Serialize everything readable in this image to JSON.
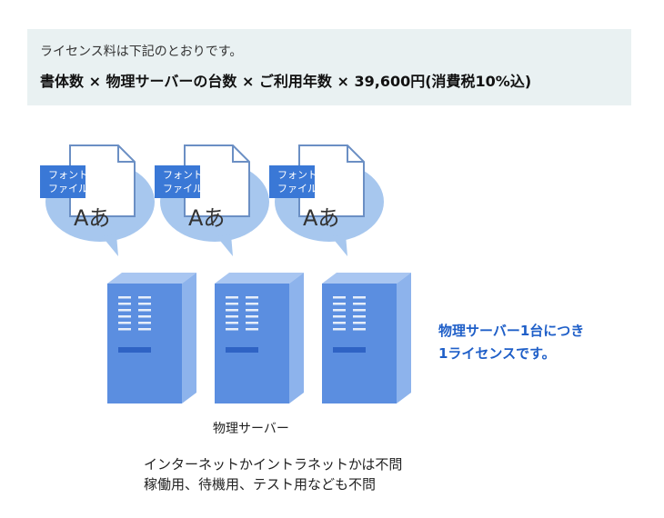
{
  "summary": {
    "intro": "ライセンス料は下記のとおりです。",
    "formula": "書体数 × 物理サーバーの台数 × ご利用年数 × 39,600円(消費税10%込)"
  },
  "font_file": {
    "label_line1": "フォント",
    "label_line2": "ファイル",
    "glyph_text": "Aあ"
  },
  "side_note": {
    "line1": "物理サーバー1台につき",
    "line2": "1ライセンスです。"
  },
  "server_label": "物理サーバー",
  "bottom_note": {
    "line1": "インターネットかイントラネットかは不問",
    "line2": "稼働用、待機用、テスト用なども不問"
  },
  "colors": {
    "bubble": "#a7c7ee",
    "server_front": "#5b8ee0",
    "server_side": "#8db3ec",
    "server_top": "#a9c6f1",
    "label_bg": "#3a78d6",
    "accent_text": "#1f5fc8",
    "info_bg": "#e9f1f2"
  }
}
